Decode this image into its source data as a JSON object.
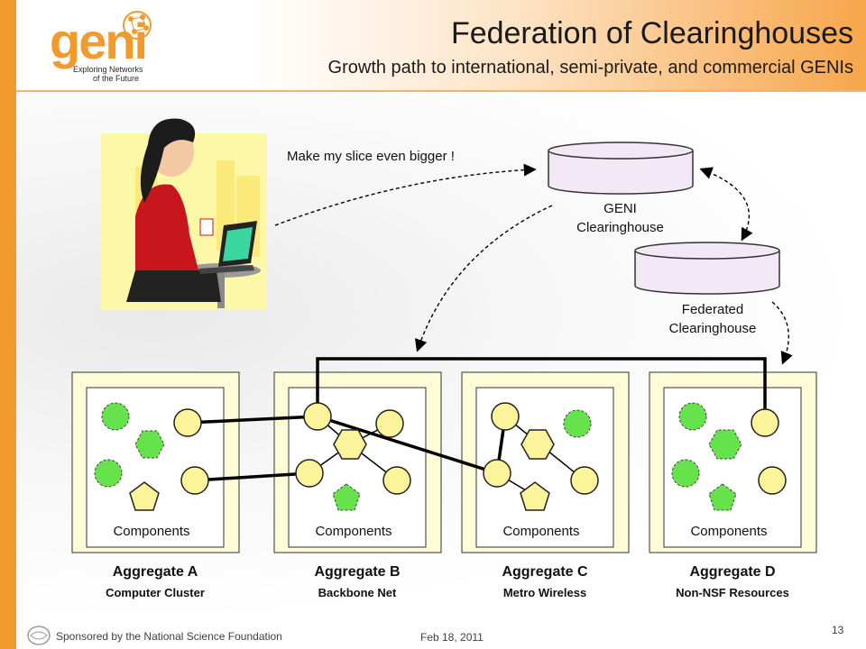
{
  "logo": {
    "wordmark": "geni",
    "tagline_line1": "Exploring Networks",
    "tagline_line2": "of the Future"
  },
  "header": {
    "title": "Federation of Clearinghouses",
    "subtitle": "Growth path to international, semi-private, and commercial GENIs"
  },
  "diagram": {
    "callout": "Make my slice even bigger !",
    "geni_clearinghouse_line1": "GENI",
    "geni_clearinghouse_line2": "Clearinghouse",
    "federated_clearinghouse_line1": "Federated",
    "federated_clearinghouse_line2": "Clearinghouse",
    "aggregates": [
      {
        "name": "Aggregate A",
        "subtitle": "Computer Cluster",
        "components_label": "Components"
      },
      {
        "name": "Aggregate B",
        "subtitle": "Backbone Net",
        "components_label": "Components"
      },
      {
        "name": "Aggregate C",
        "subtitle": "Metro Wireless",
        "components_label": "Components"
      },
      {
        "name": "Aggregate D",
        "subtitle": "Non-NSF Resources",
        "components_label": "Components"
      }
    ]
  },
  "footer": {
    "sponsor": "Sponsored by the National Science Foundation",
    "date": "Feb 18, 2011",
    "page_number": "13"
  },
  "colors": {
    "orange": "#f39a2c",
    "panel_fill": "#fffbd6",
    "node_yellow": "#fbf49a",
    "node_green": "#66e34a",
    "clearinghouse_fill": "#f3e8f6"
  }
}
